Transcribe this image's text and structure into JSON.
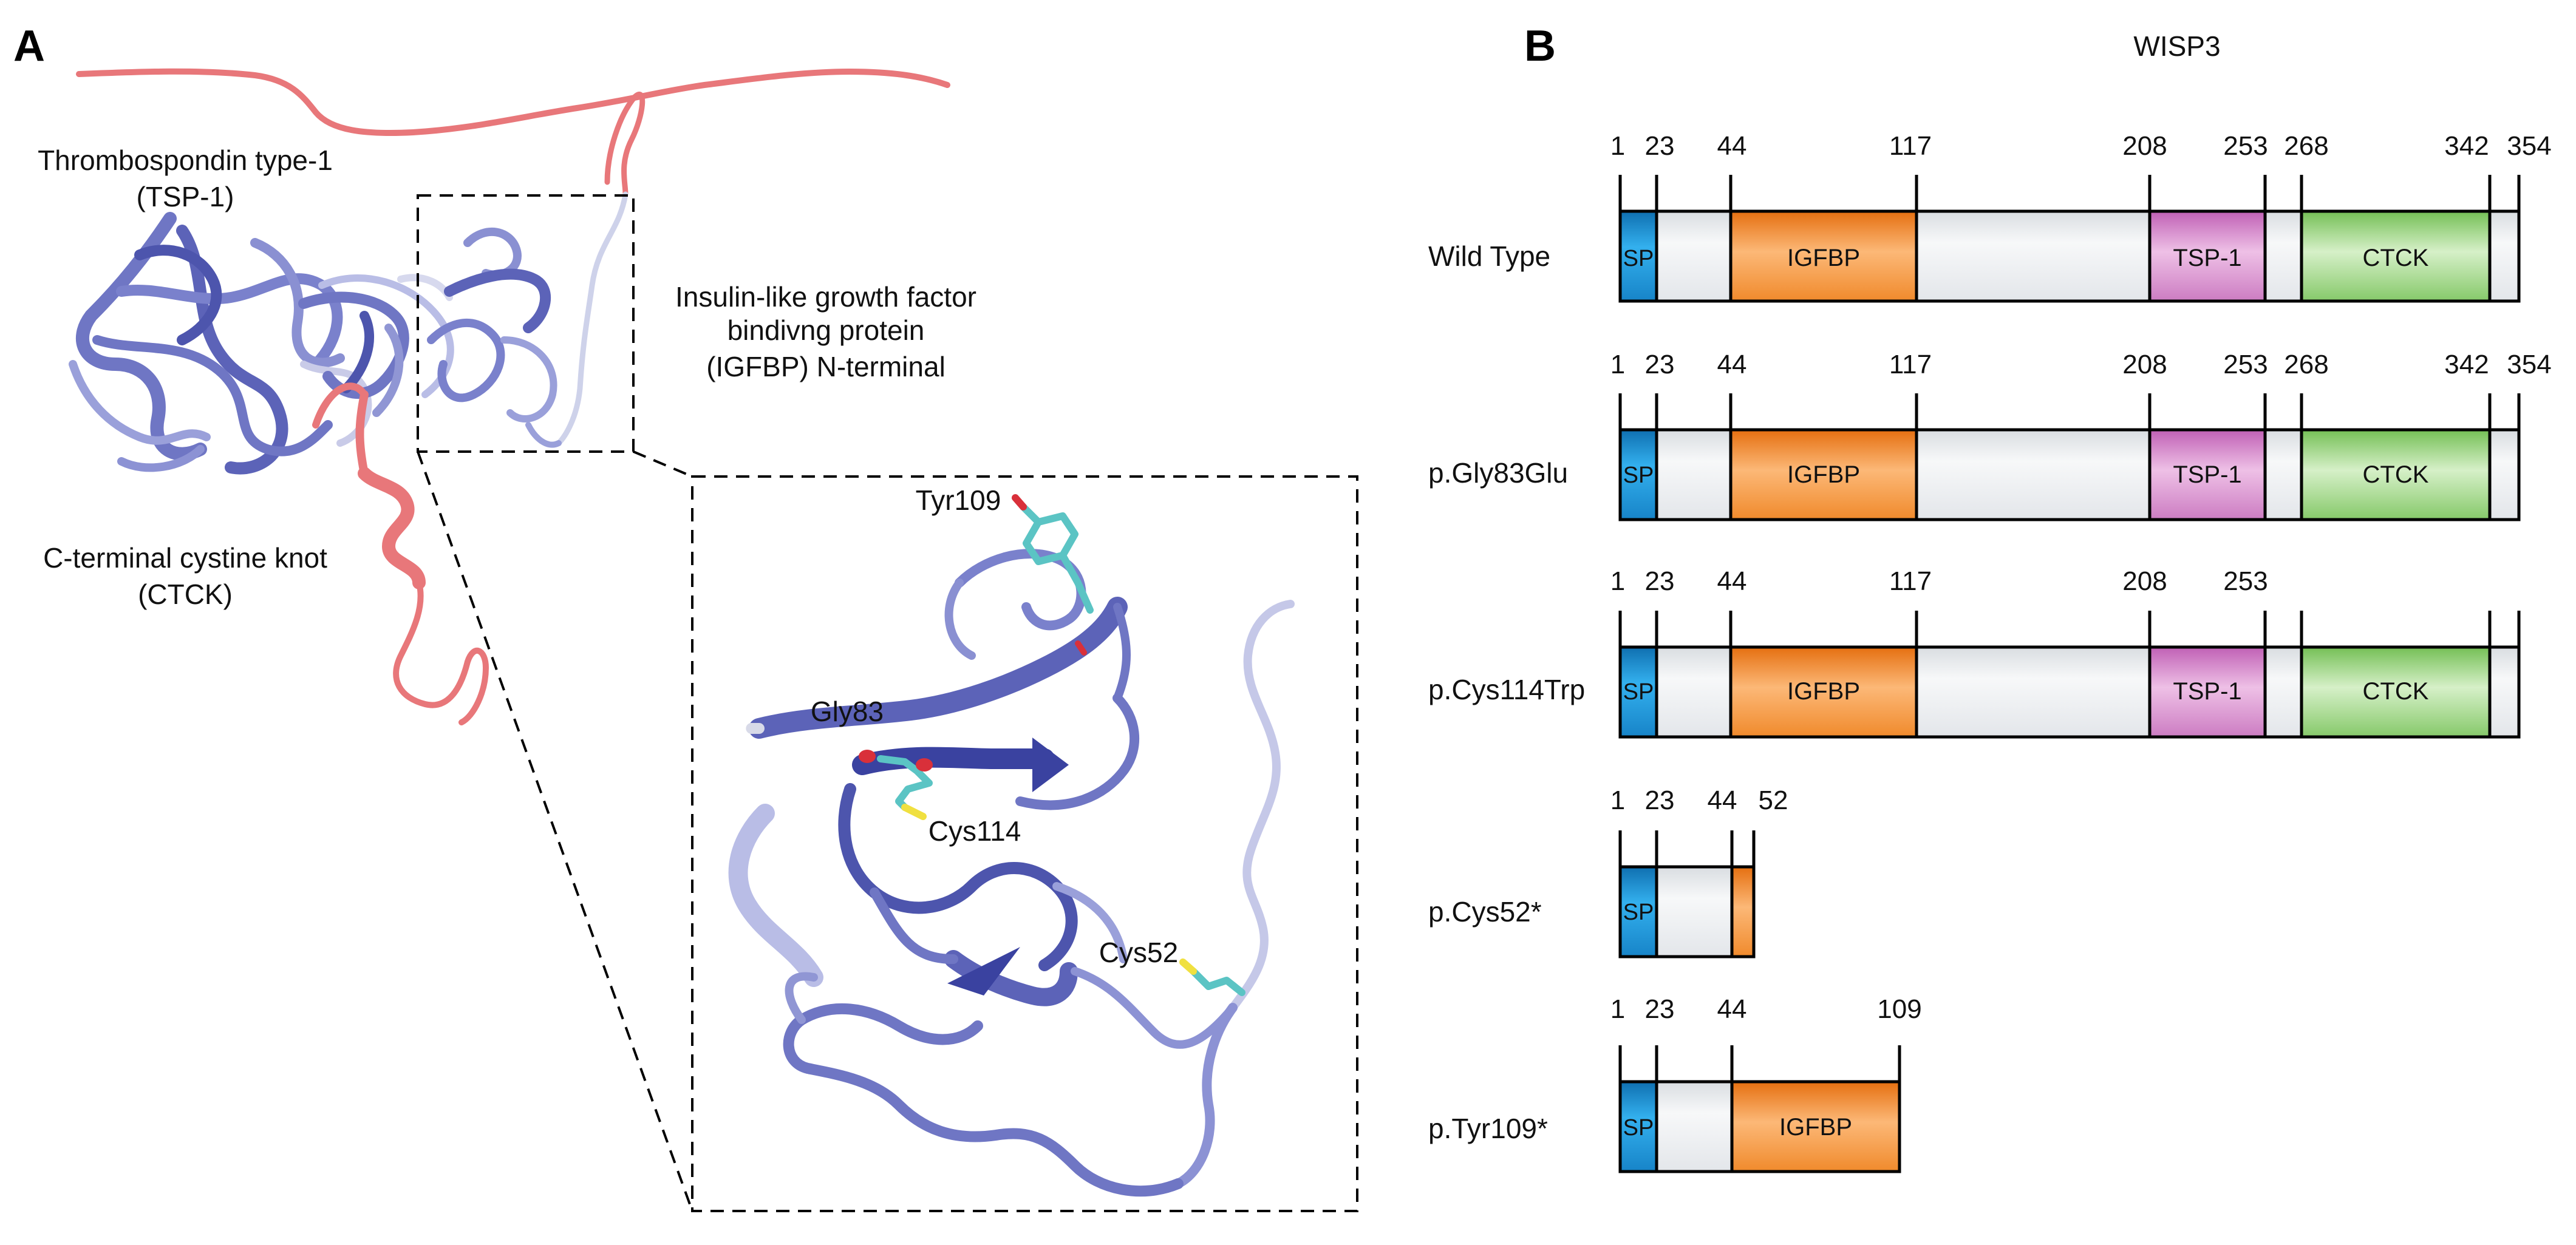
{
  "panelA": {
    "letter": "A",
    "labels": {
      "tsp_line1": "Thrombospondin type-1",
      "tsp_line2": "(TSP-1)",
      "igfbp_line1": "Insulin-like growth factor",
      "igfbp_line2": "bindivng protein",
      "igfbp_line3": "(IGFBP) N-terminal",
      "ctck_line1": "C-terminal cystine knot",
      "ctck_line2": "(CTCK)"
    },
    "residues": {
      "tyr109": "Tyr109",
      "gly83": "Gly83",
      "cys114": "Cys114",
      "cys52": "Cys52"
    },
    "colors": {
      "ribbon_blue": "#6f76c4",
      "ribbon_dark": "#3a42a0",
      "ribbon_light": "#b9bde6",
      "ribbon_red": "#e8777a",
      "stick_cyan": "#5bc4c4",
      "stick_red": "#d9303a",
      "stick_yellow": "#f0e040"
    }
  },
  "panelB": {
    "letter": "B",
    "title": "WISP3",
    "segment_labels": {
      "sp": "SP",
      "igfbp": "IGFBP",
      "tsp1": "TSP-1",
      "ctck": "CTCK"
    },
    "colors": {
      "sp": "#1f9ee0",
      "igfbp": "#f48c2a",
      "tsp1": "#d07cc4",
      "ctck": "#8ccf6e",
      "backbone": "#eef0f2"
    },
    "rows": [
      {
        "name": "Wild Type",
        "ticks": [
          "1",
          "23",
          "44",
          "117",
          "208",
          "253",
          "268",
          "342",
          "354"
        ]
      },
      {
        "name": "p.Gly83Glu",
        "ticks": [
          "1",
          "23",
          "44",
          "117",
          "208",
          "253",
          "268",
          "342",
          "354"
        ]
      },
      {
        "name": "p.Cys114Trp",
        "ticks": [
          "1",
          "23",
          "44",
          "117",
          "208",
          "253"
        ]
      },
      {
        "name": "p.Cys52*",
        "ticks": [
          "1",
          "23",
          "44",
          "52"
        ]
      },
      {
        "name": "p.Tyr109*",
        "ticks": [
          "1",
          "23",
          "44",
          "109"
        ]
      }
    ]
  }
}
